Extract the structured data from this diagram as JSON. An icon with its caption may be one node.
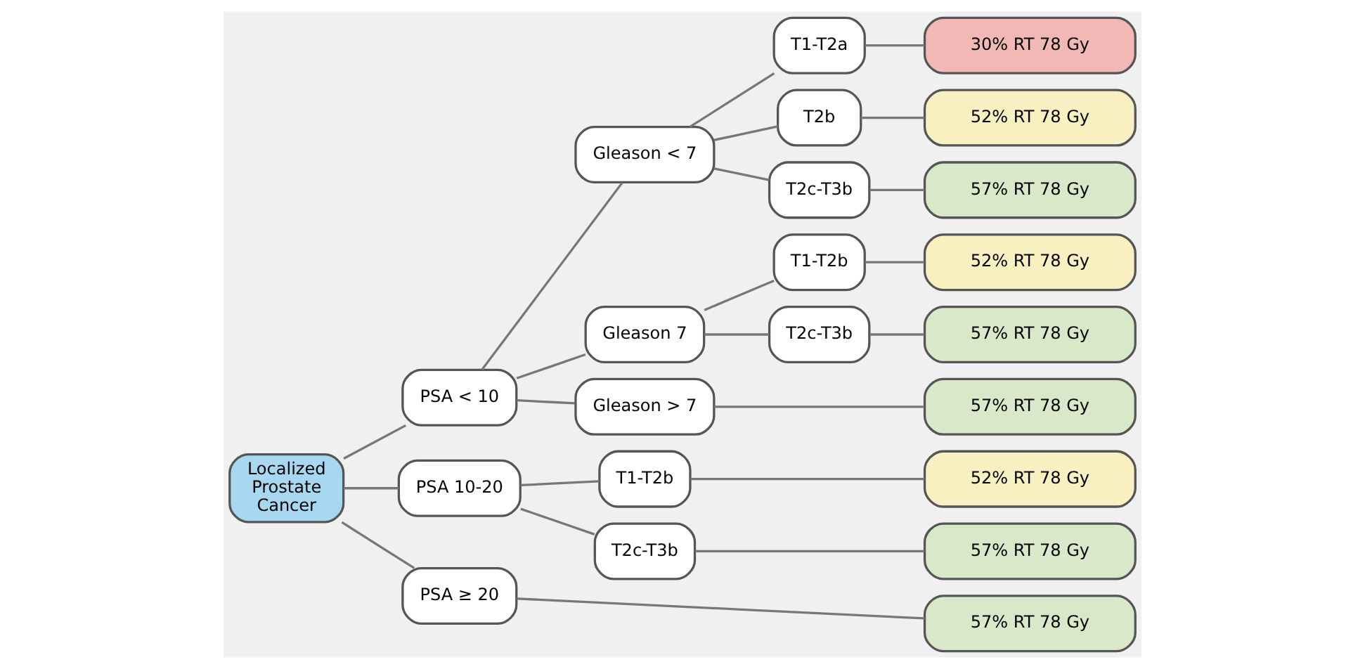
{
  "diagram": {
    "nodes": [
      {
        "text": [
          "Localized Prostate Cancer"
        ]
      },
      {
        "text": [
          "PSA < 10"
        ]
      },
      {
        "text": [
          "PSA 10-20"
        ]
      },
      {
        "text": [
          "PSA ≥ 20"
        ]
      },
      {
        "text": [
          "Gleason < 7"
        ]
      },
      {
        "text": [
          "Gleason 7"
        ]
      },
      {
        "text": [
          "Gleason > 7"
        ]
      },
      {
        "text": [
          "T1-T2a"
        ]
      },
      {
        "text": [
          "T2b"
        ]
      },
      {
        "text": [
          "T2c-T3b"
        ]
      },
      {
        "text": [
          "T1-T2b"
        ]
      },
      {
        "text": [
          "T2c-T3b"
        ]
      },
      {
        "text": [
          "T1-T2b"
        ]
      },
      {
        "text": [
          "T2c-T3b"
        ]
      },
      {
        "text": [
          "30% RT 78 Gy"
        ]
      },
      {
        "text": [
          "52% RT 78 Gy"
        ]
      },
      {
        "text": [
          "57% RT 78 Gy"
        ]
      },
      {
        "text": [
          "52% RT 78 Gy"
        ]
      },
      {
        "text": [
          "57% RT 78 Gy"
        ]
      },
      {
        "text": [
          "57% RT 78 Gy"
        ]
      },
      {
        "text": [
          "52% RT 78 Gy"
        ]
      },
      {
        "text": [
          "57% RT 78 Gy"
        ]
      },
      {
        "text": [
          "57% RT 78 Gy"
        ]
      }
    ],
    "edges": [
      {
        "from": 0,
        "to": 1,
        "arrow": "none"
      },
      {
        "from": 0,
        "to": 2,
        "arrow": "none"
      },
      {
        "from": 0,
        "to": 3,
        "arrow": "none"
      },
      {
        "from": 1,
        "to": 4,
        "arrow": "none"
      },
      {
        "from": 1,
        "to": 5,
        "arrow": "none"
      },
      {
        "from": 1,
        "to": 6,
        "arrow": "none"
      },
      {
        "from": 4,
        "to": 7,
        "arrow": "none"
      },
      {
        "from": 4,
        "to": 8,
        "arrow": "none"
      },
      {
        "from": 4,
        "to": 9,
        "arrow": "none"
      },
      {
        "from": 5,
        "to": 10,
        "arrow": "none"
      },
      {
        "from": 5,
        "to": 11,
        "arrow": "none"
      },
      {
        "from": 2,
        "to": 12,
        "arrow": "none"
      },
      {
        "from": 2,
        "to": 13,
        "arrow": "none"
      },
      {
        "from": 7,
        "to": 14,
        "arrow": "none"
      },
      {
        "from": 8,
        "to": 15,
        "arrow": "none"
      },
      {
        "from": 9,
        "to": 16,
        "arrow": "none"
      },
      {
        "from": 10,
        "to": 17,
        "arrow": "none"
      },
      {
        "from": 11,
        "to": 18,
        "arrow": "none"
      },
      {
        "from": 6,
        "to": 19,
        "arrow": "none"
      },
      {
        "from": 12,
        "to": 20,
        "arrow": "none"
      },
      {
        "from": 13,
        "to": 21,
        "arrow": "none"
      },
      {
        "from": 3,
        "to": 22,
        "arrow": "none"
      }
    ]
  }
}
